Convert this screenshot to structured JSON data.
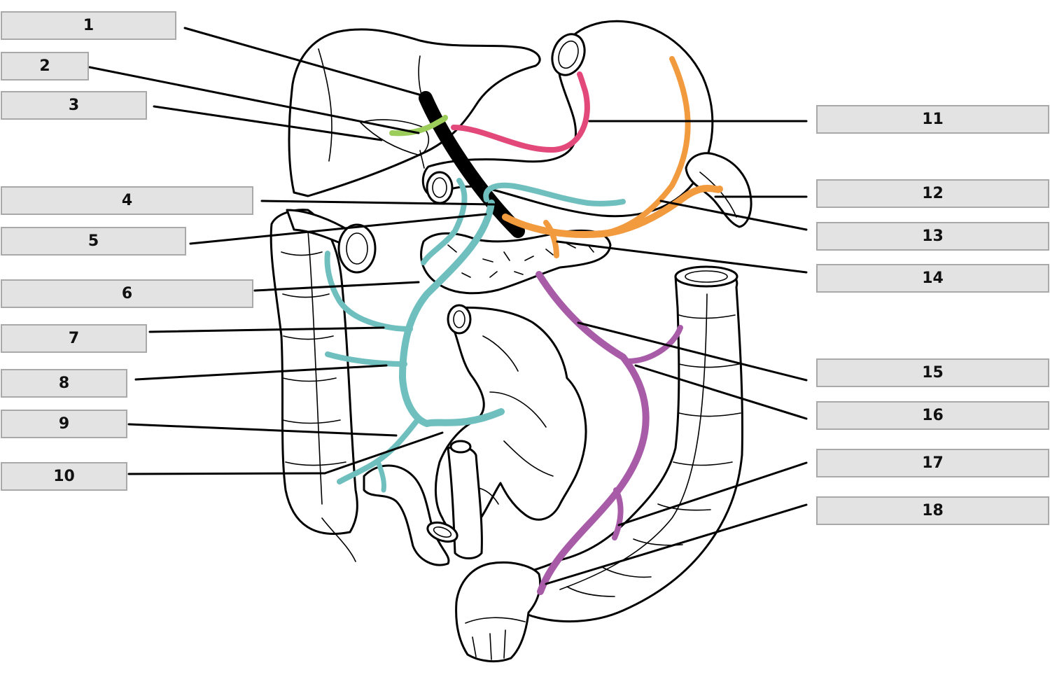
{
  "labels": {
    "l1": "1",
    "l2": "2",
    "l3": "3",
    "l4": "4",
    "l5": "5",
    "l6": "6",
    "l7": "7",
    "l8": "8",
    "l9": "9",
    "l10": "10",
    "l11": "11",
    "l12": "12",
    "l13": "13",
    "l14": "14",
    "l15": "15",
    "l16": "16",
    "l17": "17",
    "l18": "18"
  },
  "colors": {
    "portal_vein": "#000000",
    "cystic_vein": "#9ccc5a",
    "left_gastric_vein": "#e2487a",
    "superior_mesenteric_vein": "#6fbfbf",
    "splenic_vein": "#f19a3e",
    "inferior_mesenteric_vein": "#a85ca8",
    "label_fill": "#e3e3e3",
    "label_border": "#a9a9a9"
  }
}
